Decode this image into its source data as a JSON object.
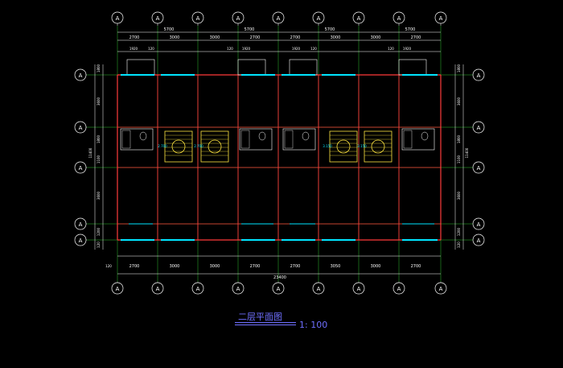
{
  "drawing": {
    "title": "二层平面图",
    "scale": "1: 100",
    "axis_label": "A",
    "total_width": "23400",
    "total_height": "11400",
    "top_overall_dims": [
      "5700",
      "5700",
      "5700",
      "5700"
    ],
    "bay_dims": [
      "2700",
      "3000",
      "3000",
      "2700",
      "2700",
      "3000",
      "3000",
      "2700"
    ],
    "bay_dims_bottom": [
      "2700",
      "3000",
      "3000",
      "2700",
      "2700",
      "3050",
      "3000",
      "2700"
    ],
    "balcony_dims": [
      "1920",
      "120",
      "120",
      "1920",
      "1920",
      "120",
      "120",
      "1920"
    ],
    "vertical_dims_left": [
      "1800",
      "3600",
      "1800",
      "1100",
      "3600",
      "1200",
      "120"
    ],
    "vertical_dims_right": [
      "1800",
      "3600",
      "1800",
      "1100",
      "3600",
      "1200",
      "120"
    ],
    "left_total": "11400",
    "right_total": "11400",
    "stair_levels": [
      "2.700",
      "2.700",
      "3.150",
      "3.150"
    ]
  },
  "colors": {
    "background": "#000000",
    "wall": "#ff3b3b",
    "window": "#00e5ff",
    "dimension": "#ffffff",
    "axis": "#ffffff",
    "stair": "#ffe640",
    "grid": "#2fbf2f",
    "caption": "#6f6fff"
  }
}
